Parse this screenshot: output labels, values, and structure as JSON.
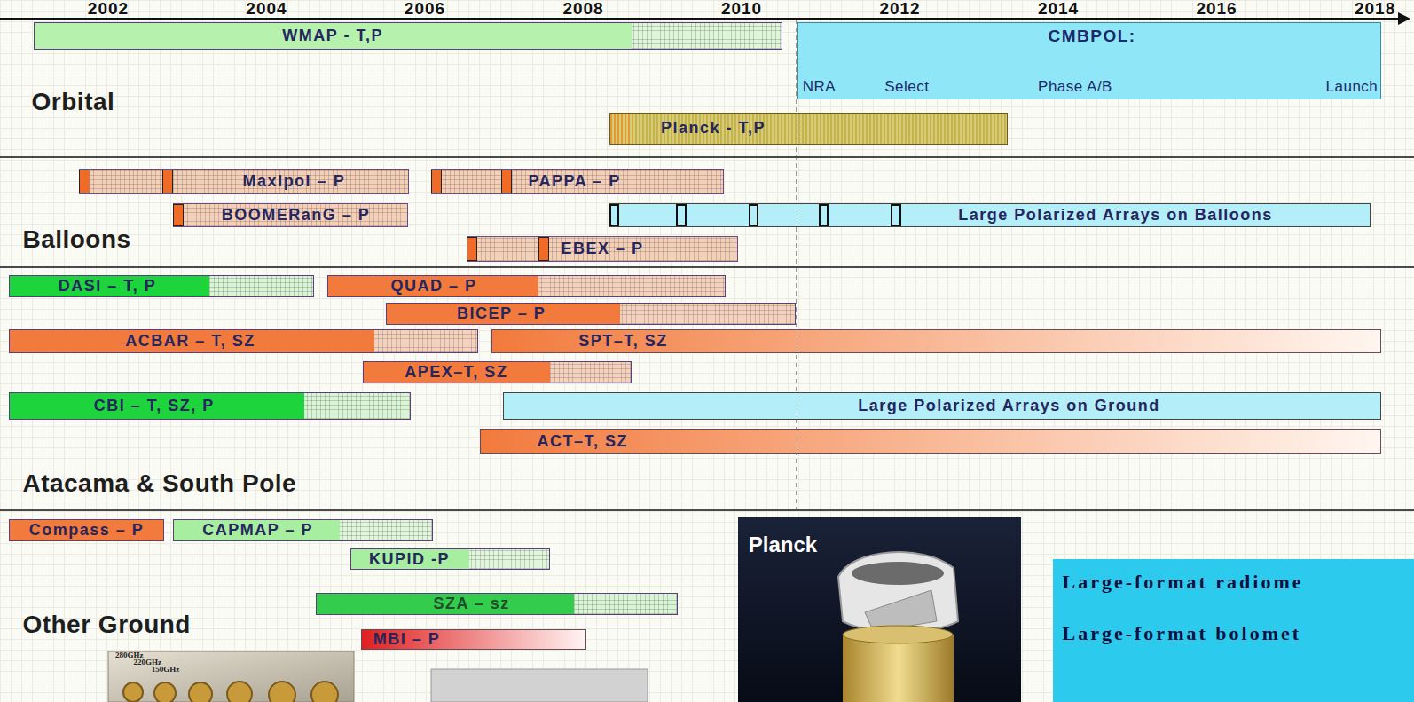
{
  "diagram": {
    "nodes": [
      {
        "text": [
          "Orbital"
        ]
      },
      {
        "text": [
          "WMAP - T,P"
        ],
        "in": 0
      },
      {
        "text": [
          "CMBPOL:",
          "NRA",
          "Select",
          "Phase A/B",
          "Launch"
        ],
        "in": 0
      },
      {
        "text": [
          "Planck - T,P"
        ],
        "in": 0
      },
      {
        "text": [
          "Balloons"
        ]
      },
      {
        "text": [
          "Maxipol – P"
        ],
        "in": 4
      },
      {
        "text": [
          "PAPPA – P"
        ],
        "in": 4
      },
      {
        "text": [
          "BOOMERanG – P"
        ],
        "in": 4
      },
      {
        "text": [
          "Large Polarized Arrays on Balloons"
        ],
        "in": 4
      },
      {
        "text": [
          "EBEX – P"
        ],
        "in": 4
      },
      {
        "text": [
          "Atacama & South Pole"
        ]
      },
      {
        "text": [
          "DASI – T, P"
        ],
        "in": 10
      },
      {
        "text": [
          "QUAD – P"
        ],
        "in": 10
      },
      {
        "text": [
          "BICEP – P"
        ],
        "in": 10
      },
      {
        "text": [
          "ACBAR – T, SZ"
        ],
        "in": 10
      },
      {
        "text": [
          "SPT–T, SZ"
        ],
        "in": 10
      },
      {
        "text": [
          "APEX–T, SZ"
        ],
        "in": 10
      },
      {
        "text": [
          "CBI – T, SZ, P"
        ],
        "in": 10
      },
      {
        "text": [
          "Large Polarized Arrays on Ground"
        ],
        "in": 10
      },
      {
        "text": [
          "ACT–T, SZ"
        ],
        "in": 10
      },
      {
        "text": [
          "Other Ground"
        ]
      },
      {
        "text": [
          "Compass – P"
        ],
        "in": 20
      },
      {
        "text": [
          "CAPMAP – P"
        ],
        "in": 20
      },
      {
        "text": [
          "KUPID -P"
        ],
        "in": 20
      },
      {
        "text": [
          "SZA – sz"
        ],
        "in": 20
      },
      {
        "text": [
          "MBI – P"
        ],
        "in": 20
      },
      {
        "text": [
          "Planck"
        ]
      },
      {
        "text": [
          "Large-format radiome",
          "Large-format bolomet"
        ]
      }
    ],
    "labels": [
      "2002",
      "2004",
      "2006",
      "2008",
      "2010",
      "2012",
      "2014",
      "2016",
      "2018",
      "280GHz",
      "220GHz",
      "150GHz"
    ]
  }
}
